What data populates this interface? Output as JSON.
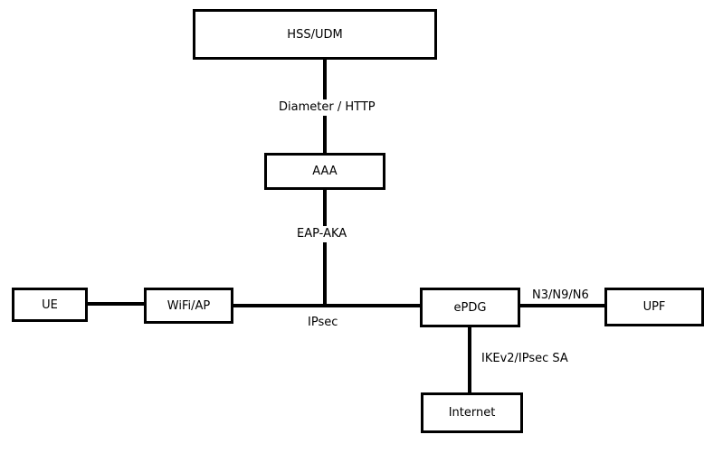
{
  "diagram": {
    "nodes": {
      "hss_udm": "HSS/UDM",
      "aaa": "AAA",
      "ue": "UE",
      "wifi_ap": "WiFi/AP",
      "epdg": "ePDG",
      "upf": "UPF",
      "internet": "Internet"
    },
    "edges": {
      "hss_aaa": "Diameter / HTTP",
      "aaa_ipsec": "EAP-AKA",
      "wifi_epdg": "IPsec",
      "epdg_upf": "N3/N9/N6",
      "epdg_internet": "IKEv2/IPsec SA"
    },
    "colors": {
      "line": "#000000",
      "box_border": "#000000",
      "background": "#ffffff"
    }
  }
}
